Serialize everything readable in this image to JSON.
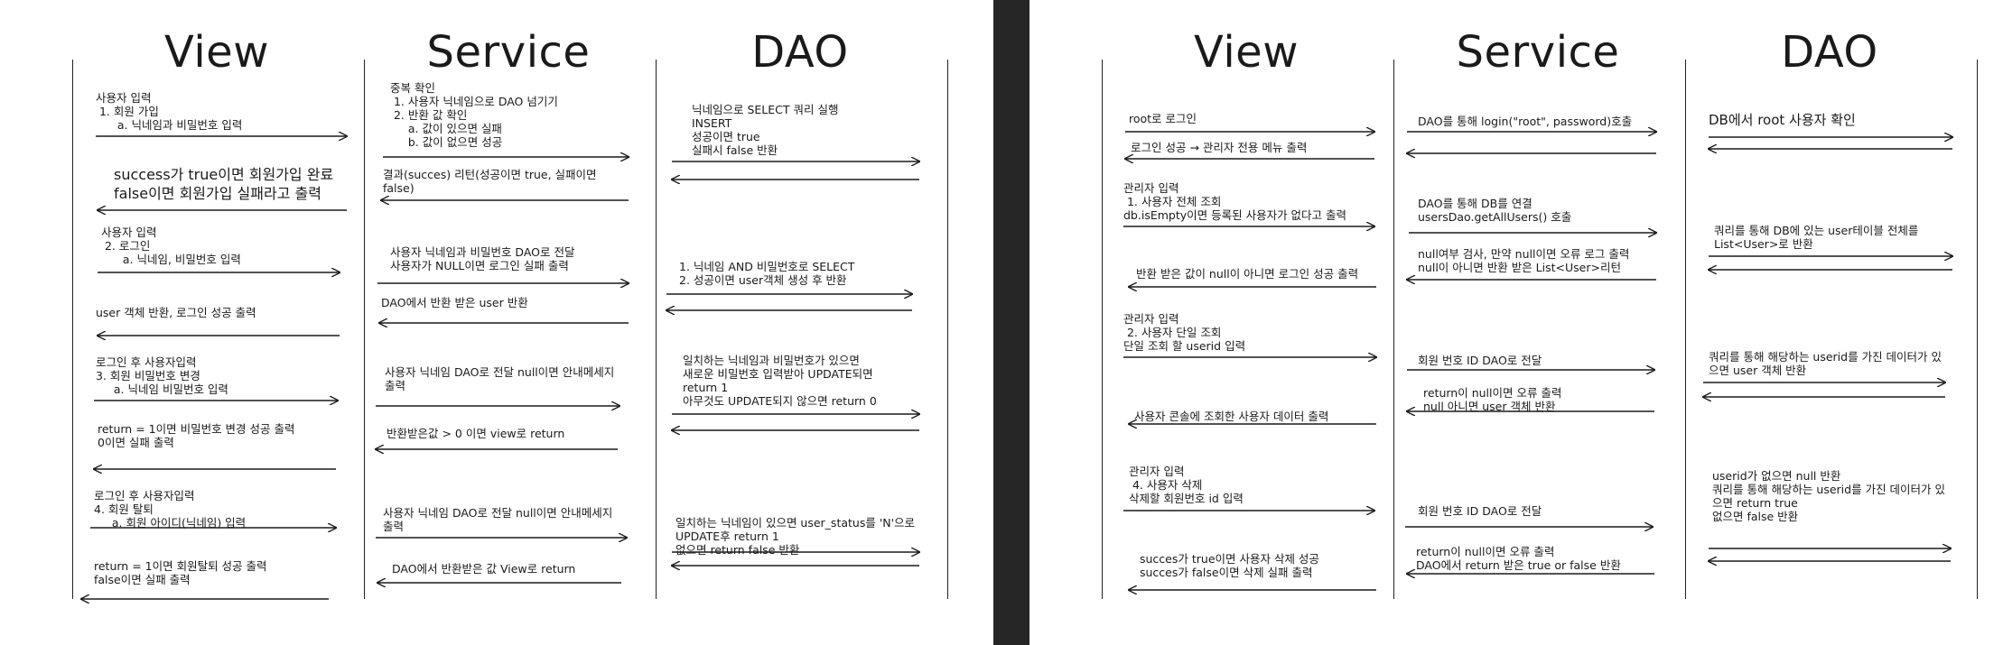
{
  "left": {
    "headers": {
      "view": "View",
      "service": "Service",
      "dao": "DAO"
    },
    "view_notes": [
      "사용자 입력\n 1. 회원 가입\n      a. 닉네임과 비밀번호 입력",
      "success가 true이면 회원가입 완료\nfalse이면 회원가입 실패라고 출력",
      "사용자 입력\n 2. 로그인\n      a. 닉네임, 비밀번호 입력",
      "user 객체 반환, 로그인 성공 출력",
      "로그인 후 사용자입력\n3. 회원 비밀번호 변경\n     a. 닉네임 비밀번호 입력",
      "return = 1이면 비밀번호 변경 성공 출력\n0이면 실패 출력",
      "로그인 후 사용자입력\n4. 회원 탈퇴\n     a. 회원 아이디(닉네임) 입력",
      "return = 1이면 회원탈퇴 성공 출력\nfalse이면 실패 출력"
    ],
    "service_notes": [
      "중복 확인\n 1. 사용자 닉네임으로 DAO 넘기기\n 2. 반환 값 확인\n     a. 값이 있으면 실패\n     b. 값이 없으면 성공",
      "결과(succes) 리턴(성공이면 true, 실패이면\nfalse)",
      "사용자 닉네임과 비밀번호 DAO로 전달\n사용자가 NULL이면 로그인 실패 출력",
      "DAO에서 반환 받은 user 반환",
      "사용자 닉네임 DAO로 전달 null이면 안내메세지\n출력",
      "반환받은값 > 0 이면 view로 return",
      "사용자 닉네임 DAO로 전달 null이면 안내메세지\n출력",
      "DAO에서 반환받은 값 View로 return"
    ],
    "dao_notes": [
      "닉네임으로 SELECT 쿼리 실행\nINSERT\n성공이면 true\n실패시 false 반환",
      "1. 닉네임 AND 비밀번호로 SELECT\n2. 성공이면 user객체 생성 후 반환",
      "일치하는 닉네임과 비밀번호가 있으면\n새로운 비밀번호 입력받아 UPDATE되면\nreturn 1\n아무것도 UPDATE되지 않으면 return 0",
      "일치하는 닉네임이 있으면 user_status를 'N'으로\nUPDATE후 return 1\n없으면 return false 반환"
    ]
  },
  "right": {
    "headers": {
      "view": "View",
      "service": "Service",
      "dao": "DAO"
    },
    "view_notes": [
      "root로 로그인",
      "로그인 성공 → 관리자 전용 메뉴 출력",
      "관리자 입력\n 1. 사용자 전체 조회\ndb.isEmpty이면 등록된 사용자가 없다고 출력",
      "반환 받은 값이 null이 아니면 로그인 성공 출력",
      "관리자 입력\n 2. 사용자 단일 조회\n단일 조회 할 userid 입력",
      "사용자 콘솔에 조회한 사용자 데이터 출력",
      "관리자 입력\n 4. 사용자 삭제\n삭제할 회원번호 id 입력",
      "succes가 true이면 사용자 삭제 성공\nsucces가 false이면 삭제 실패 출력"
    ],
    "service_notes": [
      "DAO를 통해 login(\"root\", password)호출",
      "DAO를 통해 DB를 연결\nusersDao.getAllUsers() 호출",
      "null여부 검사, 만약 null이면 오류 로그 출력\nnull이 아니면 반환 받은 List<User>리턴",
      "회원 번호 ID DAO로 전달",
      "return이 null이면 오류 출력\nnull 아니면 user 객체 반환",
      "회원 번호 ID DAO로 전달",
      "return이 null이면 오류 출력\nDAO에서 return 받은 true or false 반환"
    ],
    "dao_notes": [
      "DB에서 root 사용자 확인",
      "쿼리를 통해 DB에 있는 user테이블 전체를\nList<User>로 반환",
      "쿼리를 통해 해당하는 userid를 가진 데이터가 있\n으면 user 객체 반환",
      "userid가 없으면 null 반환\n쿼리를 통해 해당하는 userid를 가진 데이터가 있\n으면 return true\n없으면 false 반환"
    ]
  },
  "colors": {
    "ink": "#1a1a1a",
    "divider": "#262626",
    "background": "#ffffff"
  }
}
